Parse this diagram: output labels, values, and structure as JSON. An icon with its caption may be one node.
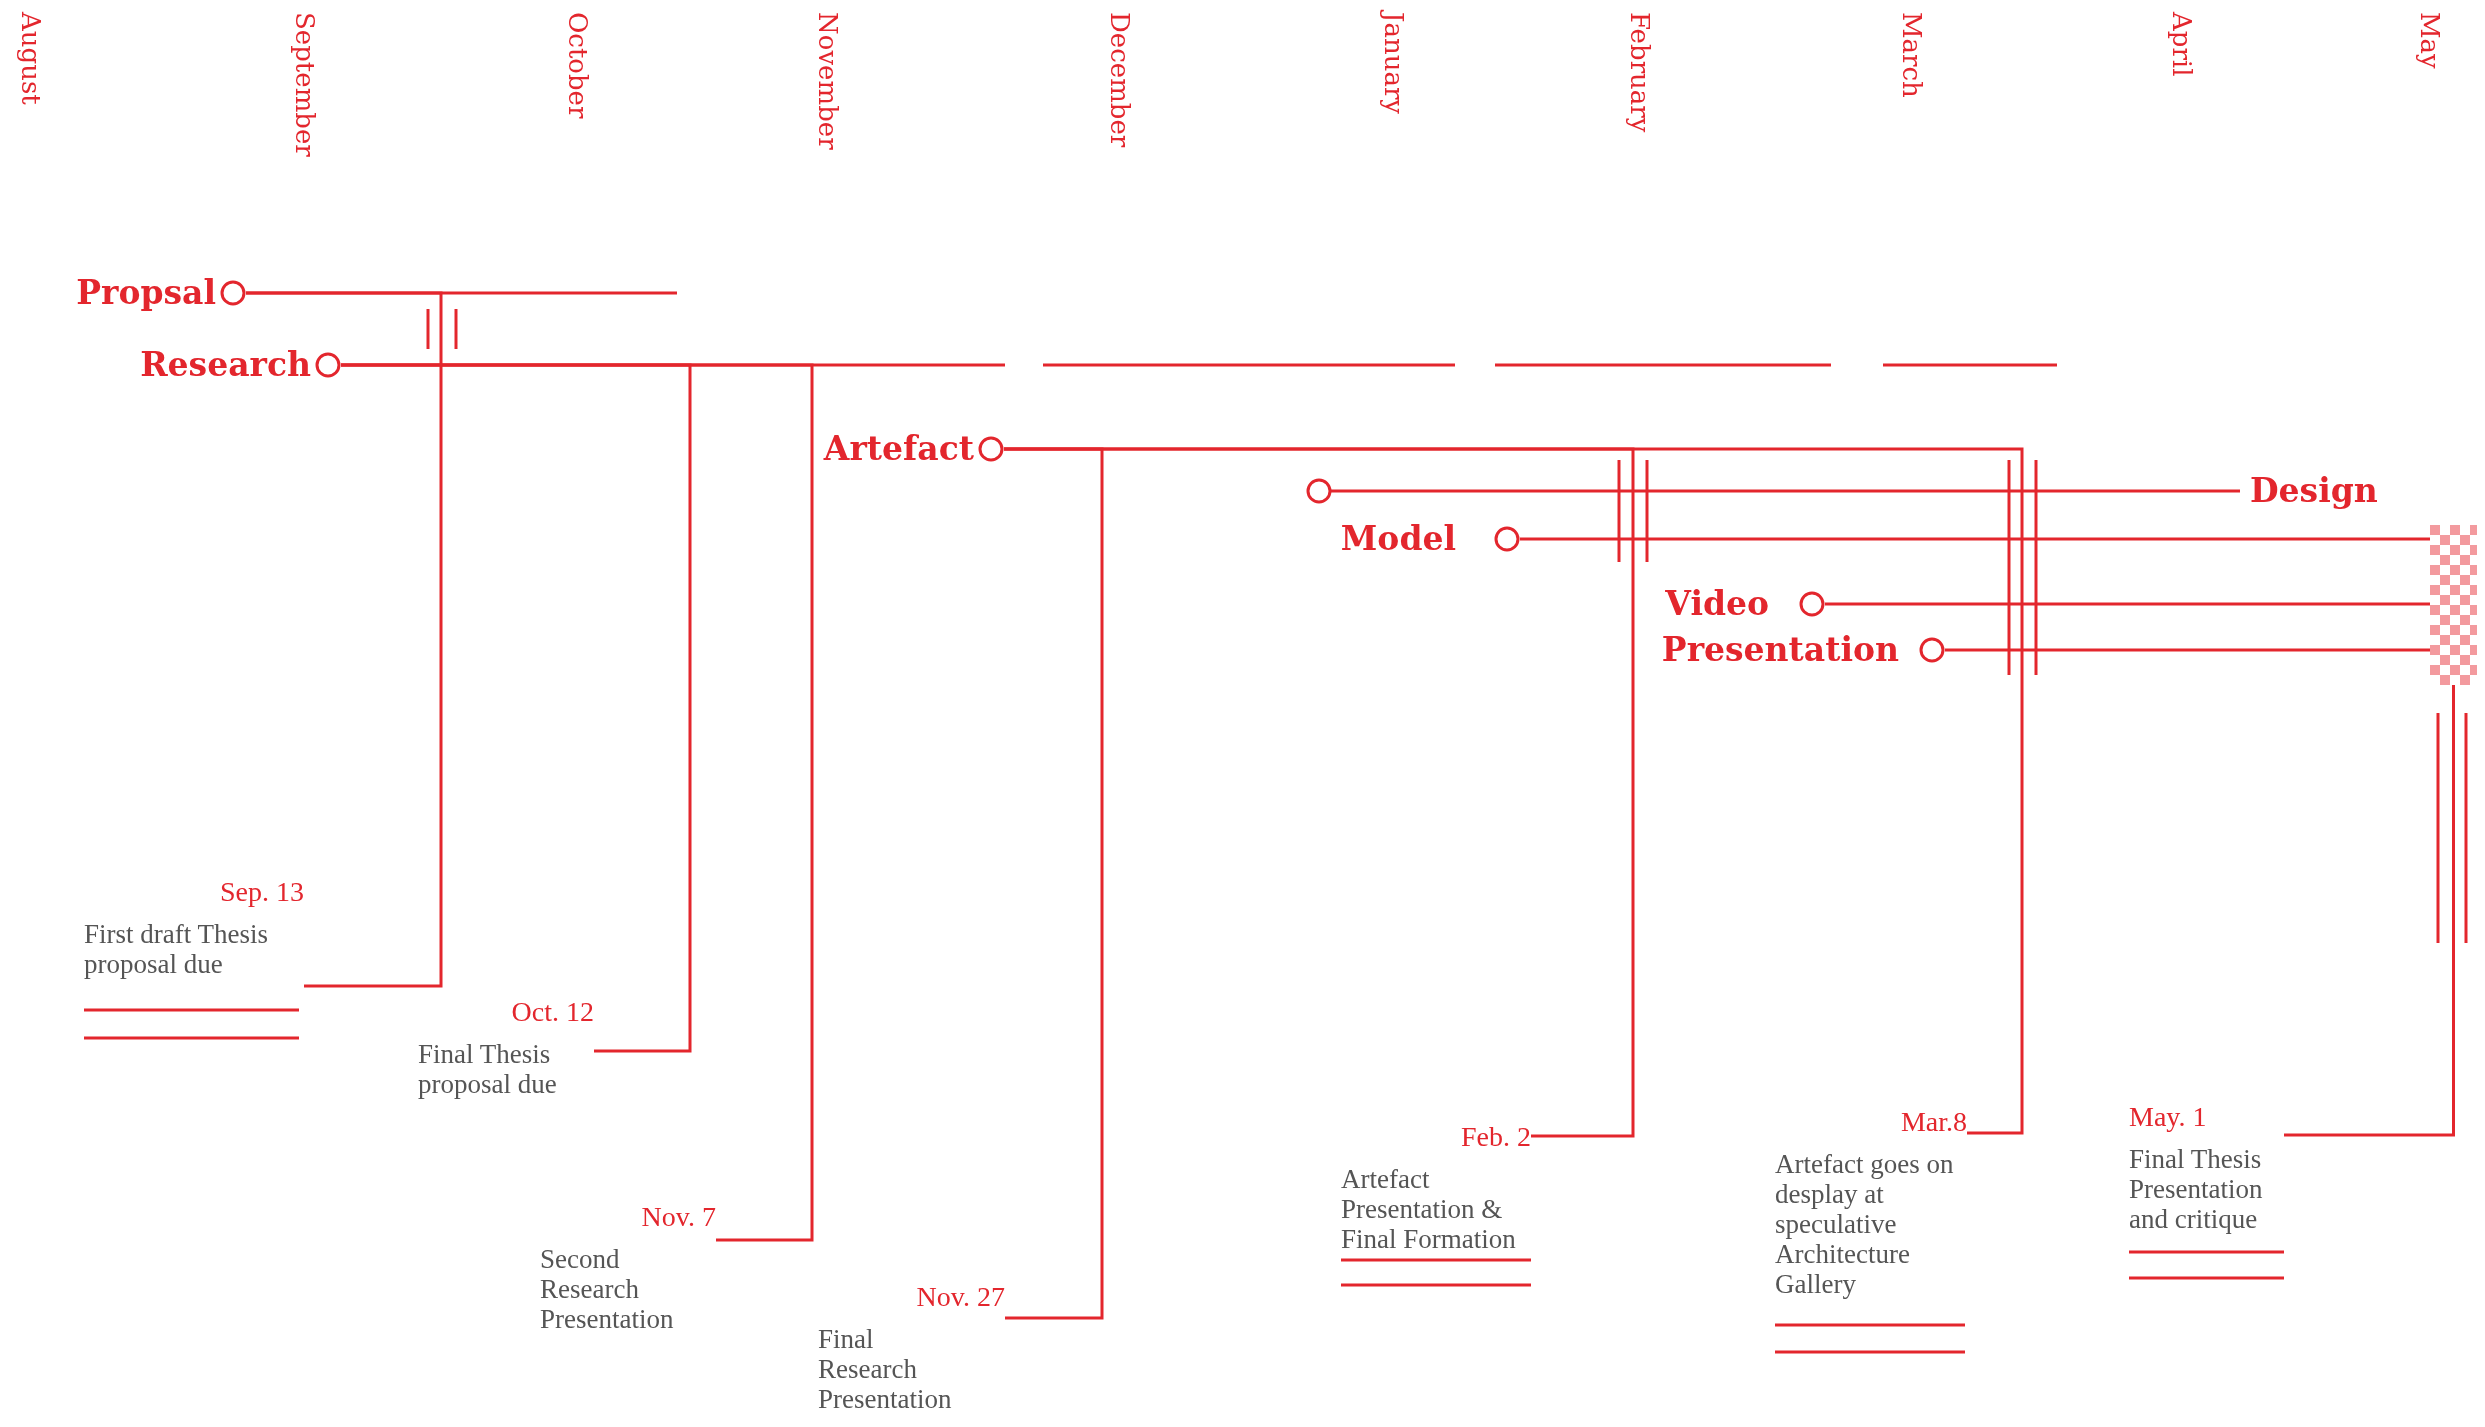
{
  "diagram": {
    "nodes": [
      {
        "text": [
          "Propsal"
        ]
      },
      {
        "text": [
          "Research"
        ]
      },
      {
        "text": [
          "Artefact"
        ]
      },
      {
        "text": [
          "Design"
        ]
      },
      {
        "text": [
          "Model"
        ]
      },
      {
        "text": [
          "Video"
        ]
      },
      {
        "text": [
          "Presentation"
        ]
      },
      {
        "text": [],
        "shape": "box"
      },
      {
        "text": [
          "Sep. 13",
          "First draft Thesis proposal due"
        ]
      },
      {
        "text": [
          "Oct. 12",
          "Final Thesis proposal due"
        ]
      },
      {
        "text": [
          "Nov. 7",
          "Second Research Presentation"
        ]
      },
      {
        "text": [
          "Nov. 27",
          "Final Research Presentation"
        ]
      },
      {
        "text": [
          "Feb. 2",
          "Artefact Presentation & Final Formation"
        ]
      },
      {
        "text": [
          "Mar.8",
          "Artefact goes on desplay at speculative Architecture Gallery"
        ]
      },
      {
        "text": [
          "May. 1",
          "Final Thesis Presentation and critique"
        ]
      }
    ],
    "edges": [
      {
        "from": 0,
        "to": 8,
        "arrow": "none"
      },
      {
        "from": 1,
        "to": 9,
        "arrow": "none"
      },
      {
        "from": 1,
        "to": 10,
        "arrow": "none"
      },
      {
        "from": 2,
        "to": 11,
        "arrow": "none"
      },
      {
        "from": 2,
        "to": 12,
        "arrow": "none"
      },
      {
        "from": 2,
        "to": 13,
        "arrow": "none"
      },
      {
        "from": 4,
        "to": 7,
        "arrow": "none"
      },
      {
        "from": 5,
        "to": 7,
        "arrow": "none"
      },
      {
        "from": 6,
        "to": 7,
        "arrow": "none"
      },
      {
        "from": 7,
        "to": 14,
        "arrow": "none"
      }
    ],
    "labels": [
      "August",
      "September",
      "October",
      "November",
      "December",
      "January",
      "February",
      "March",
      "April",
      "May"
    ]
  }
}
